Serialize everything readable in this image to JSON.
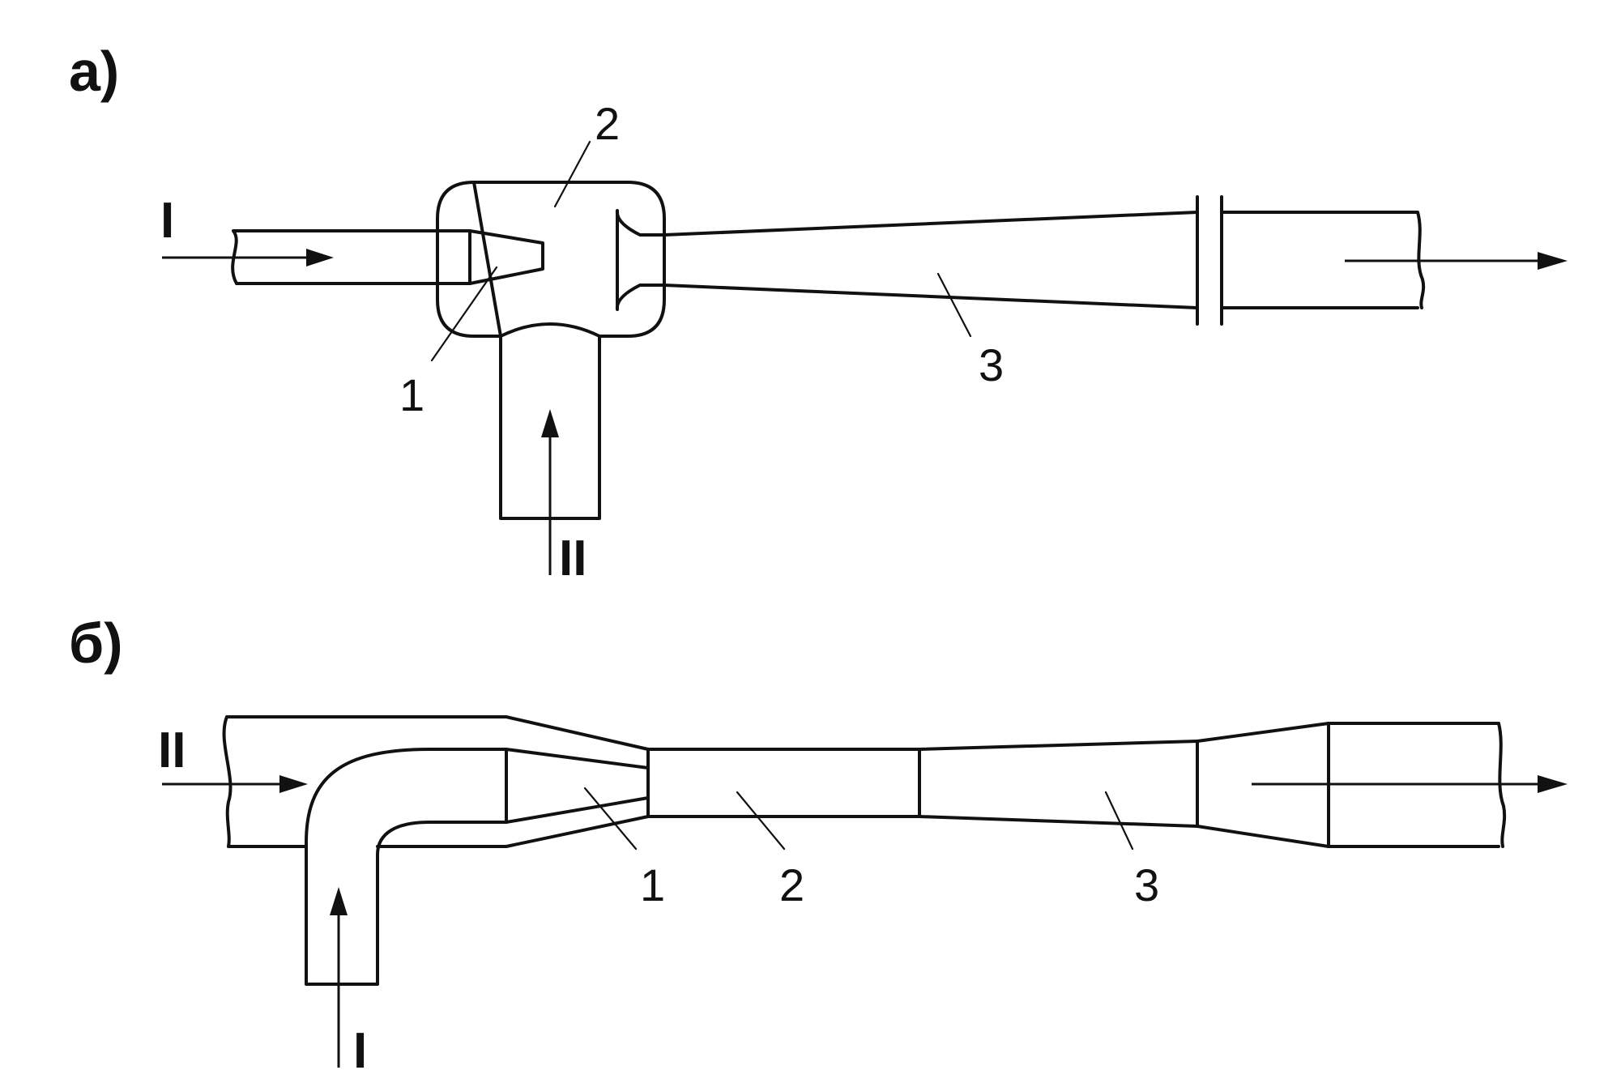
{
  "panels": {
    "a": {
      "label": "а)",
      "flow_primary": "I",
      "flow_secondary": "II",
      "parts": {
        "nozzle": "1",
        "chamber": "2",
        "diffuser": "3"
      }
    },
    "b": {
      "label": "б)",
      "flow_primary": "I",
      "flow_secondary": "II",
      "parts": {
        "nozzle": "1",
        "chamber": "2",
        "diffuser": "3"
      }
    }
  }
}
